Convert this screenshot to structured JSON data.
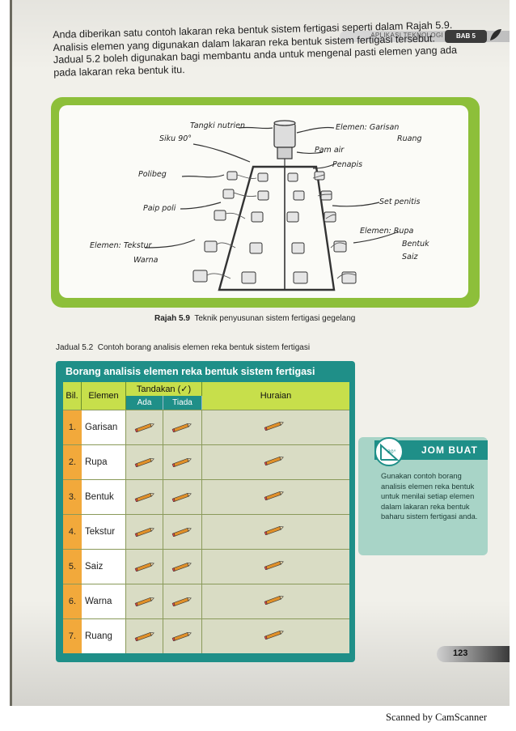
{
  "header": {
    "section": "APLIKASI TEKNOLOGI",
    "chapter": "BAB 5"
  },
  "intro": "Anda diberikan satu contoh lakaran reka bentuk sistem fertigasi seperti dalam Rajah 5.9. Analisis elemen yang digunakan dalam lakaran reka bentuk sistem fertigasi tersebut. Jadual 5.2 boleh digunakan bagi membantu anda untuk mengenal pasti elemen yang ada pada lakaran reka bentuk itu.",
  "figure": {
    "labels": {
      "tangki": "Tangki nutrien",
      "siku": "Siku 90°",
      "polibeg": "Polibeg",
      "paip": "Paip poli",
      "tekstur1": "Elemen: Tekstur",
      "tekstur2": "Warna",
      "garisan1": "Elemen: Garisan",
      "garisan2": "Ruang",
      "pam": "Pam air",
      "penapis": "Penapis",
      "penitis": "Set penitis",
      "rupa1": "Elemen: Rupa",
      "rupa2": "Bentuk",
      "rupa3": "Saiz"
    },
    "caption_num": "Rajah 5.9",
    "caption_text": "Teknik penyusunan sistem fertigasi gegelang"
  },
  "table": {
    "caption_num": "Jadual 5.2",
    "caption_text": "Contoh borang analisis elemen reka bentuk sistem fertigasi",
    "title": "Borang analisis elemen reka bentuk sistem fertigasi",
    "headers": {
      "bil": "Bil.",
      "elemen": "Elemen",
      "tandakan": "Tandakan (✓)",
      "ada": "Ada",
      "tiada": "Tiada",
      "huraian": "Huraian"
    },
    "rows": [
      {
        "no": "1.",
        "elemen": "Garisan"
      },
      {
        "no": "2.",
        "elemen": "Rupa"
      },
      {
        "no": "3.",
        "elemen": "Bentuk"
      },
      {
        "no": "4.",
        "elemen": "Tekstur"
      },
      {
        "no": "5.",
        "elemen": "Saiz"
      },
      {
        "no": "6.",
        "elemen": "Warna"
      },
      {
        "no": "7.",
        "elemen": "Ruang"
      }
    ]
  },
  "jom_buat": {
    "title": "JOM BUAT",
    "icon_label": "30°",
    "text": "Gunakan contoh borang analisis elemen reka bentuk untuk menilai setiap elemen dalam lakaran reka bentuk baharu sistem fertigasi anda."
  },
  "page_number": "123",
  "scanner": "Scanned by CamScanner",
  "colors": {
    "accent_teal": "#1f8f88",
    "table_header": "#c7df4b",
    "figure_border": "#8dbf3a",
    "number_cell": "#f2a93b"
  }
}
